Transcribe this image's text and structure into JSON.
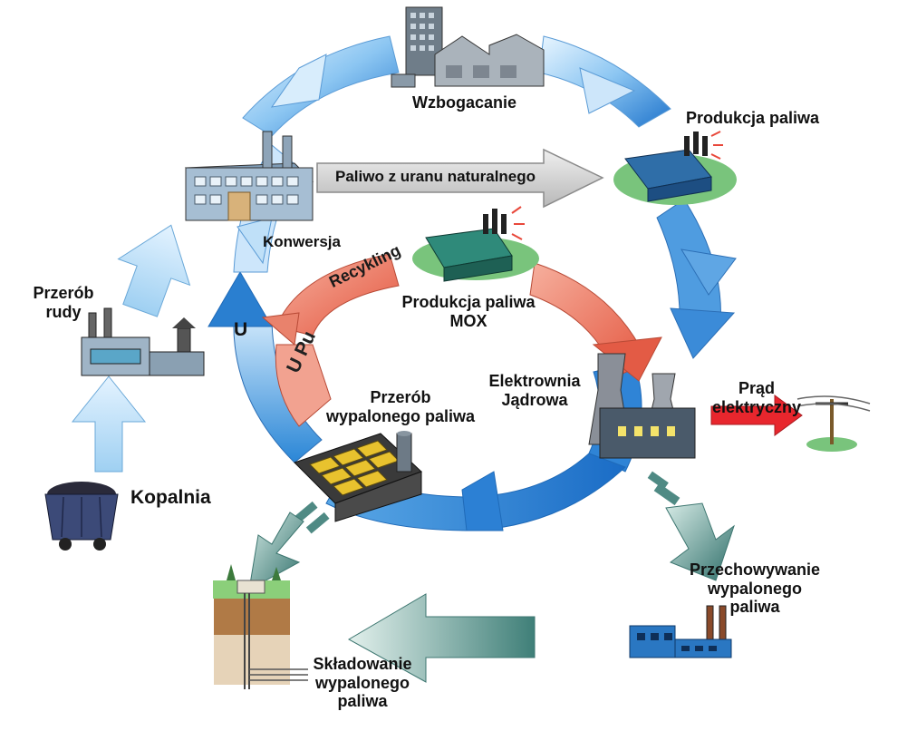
{
  "labels": {
    "wzbogacanie": "Wzbogacanie",
    "produkcja_paliwa": "Produkcja paliwa",
    "paliwo_naturalne": "Paliwo z uranu naturalnego",
    "konwersja": "Konwersja",
    "recykling": "Recykling",
    "u_pu": "U Pu",
    "u": "U",
    "mox_line1": "Produkcja paliwa",
    "mox_line2": "MOX",
    "przerob_rudy_line1": "Przerób",
    "przerob_rudy_line2": "rudy",
    "elektrownia_line1": "Elektrownia",
    "elektrownia_line2": "Jądrowa",
    "prad_line1": "Prąd",
    "prad_line2": "elektryczny",
    "przerob_wyp_line1": "Przerób",
    "przerob_wyp_line2": "wypalonego paliwa",
    "kopalnia": "Kopalnia",
    "przech_line1": "Przechowywanie",
    "przech_line2": "wypalonego",
    "przech_line3": "paliwa",
    "sklad_line1": "Składowanie",
    "sklad_line2": "wypalonego",
    "sklad_line3": "paliwa"
  },
  "colors": {
    "outer_cycle_light": "#dcefff",
    "outer_cycle_dark": "#1e78d2",
    "recycle_cycle": "#f08c78",
    "storage_arrow": "#4f8a84",
    "electric_arrow": "#e8262d",
    "gray_arrow": "#d6d6d6",
    "factory_blue": "#2f6ea8",
    "factory_teal": "#2f8a7a",
    "ground_green": "#79c47c"
  }
}
